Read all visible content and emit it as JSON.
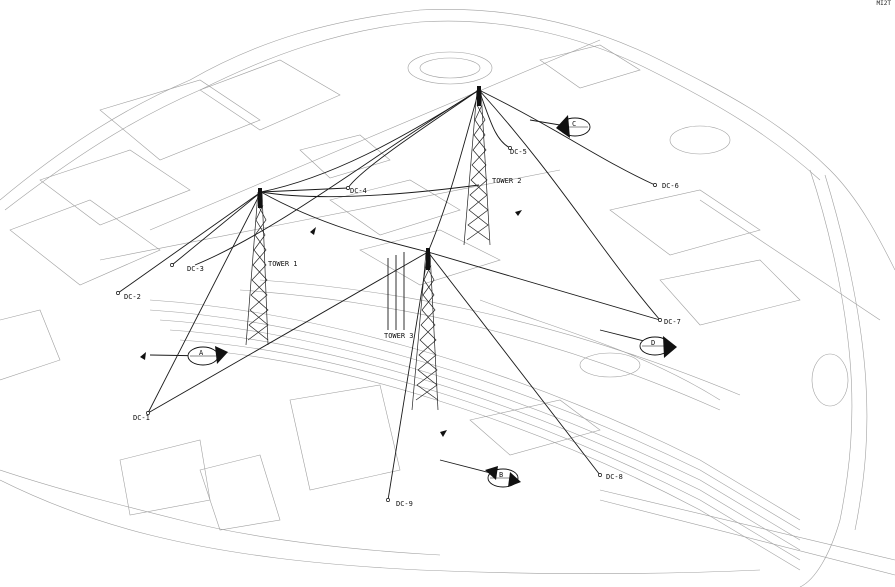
{
  "drawing": {
    "sheet_ref": "MI2T",
    "towers": [
      {
        "id": "tower-1",
        "label": "TOWER 1"
      },
      {
        "id": "tower-2",
        "label": "TOWER 2"
      },
      {
        "id": "tower-3",
        "label": "TOWER 3"
      }
    ],
    "anchors": [
      {
        "id": "dc-1",
        "label": "DC-1"
      },
      {
        "id": "dc-2",
        "label": "DC-2"
      },
      {
        "id": "dc-3",
        "label": "DC-3"
      },
      {
        "id": "dc-4",
        "label": "DC-4"
      },
      {
        "id": "dc-5",
        "label": "DC-5"
      },
      {
        "id": "dc-6",
        "label": "DC-6"
      },
      {
        "id": "dc-7",
        "label": "DC-7"
      },
      {
        "id": "dc-8",
        "label": "DC-8"
      },
      {
        "id": "dc-9",
        "label": "DC-9"
      }
    ],
    "view_markers": [
      {
        "id": "A",
        "label": "A"
      },
      {
        "id": "B",
        "label": "B"
      },
      {
        "id": "C",
        "label": "C"
      },
      {
        "id": "D",
        "label": "D"
      }
    ],
    "colors": {
      "line": "#1a1a1a",
      "faint": "#9a9a9a",
      "background": "#ffffff"
    }
  }
}
